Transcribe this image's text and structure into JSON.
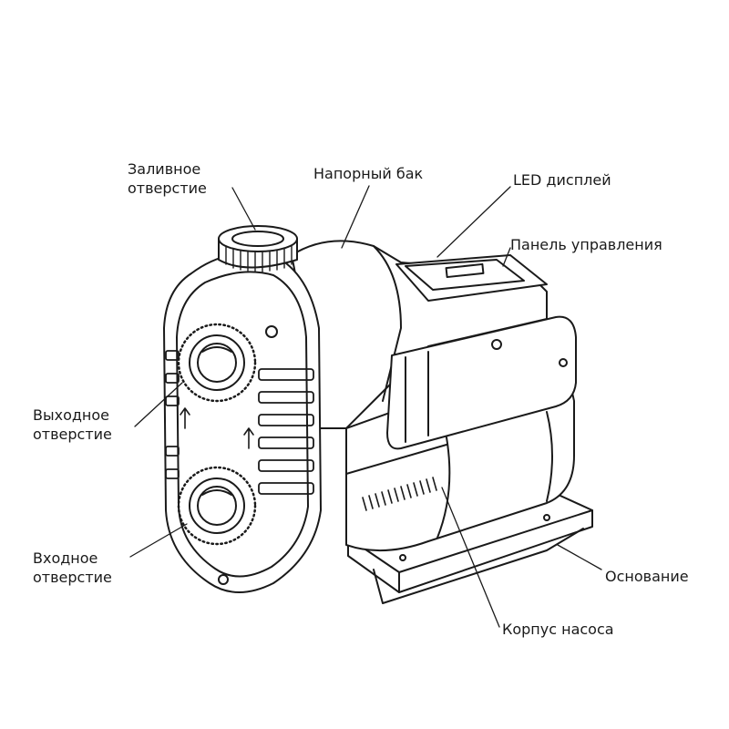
{
  "labels": {
    "filler": {
      "line1": "Заливное",
      "line2": "отверстие"
    },
    "tank": "Напорный бак",
    "led": "LED дисплей",
    "panel": "Панель управления",
    "outlet": {
      "line1": "Выходное",
      "line2": "отверстие"
    },
    "inlet": {
      "line1": "Входное",
      "line2": "отверстие"
    },
    "base": "Основание",
    "housing": "Корпус насоса"
  }
}
